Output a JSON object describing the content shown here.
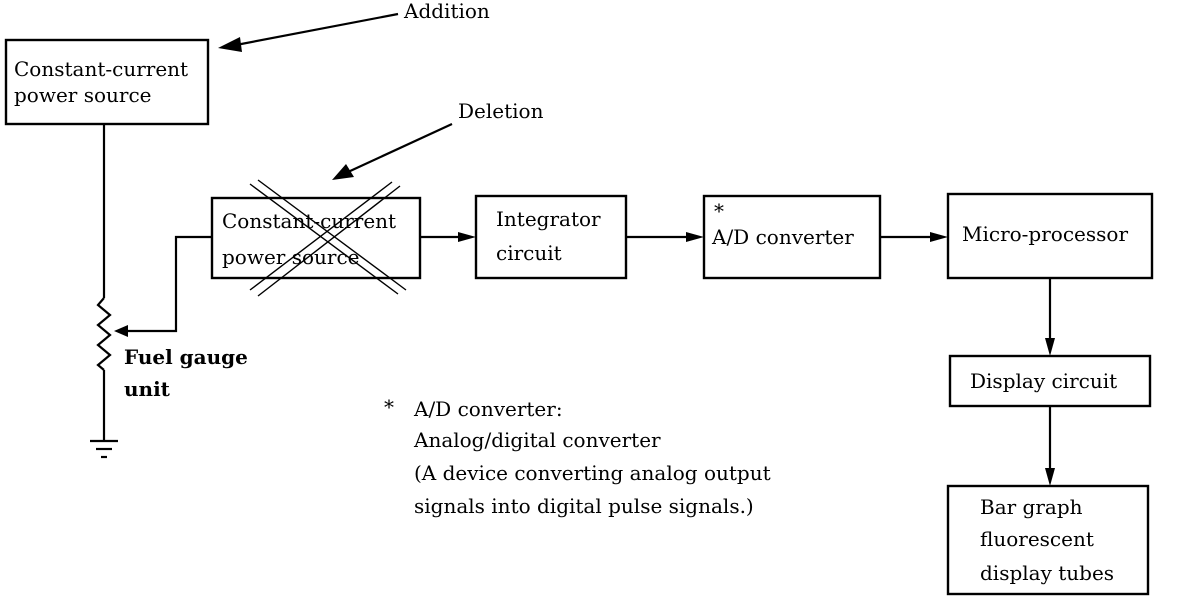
{
  "annotations": {
    "addition": "Addition",
    "deletion": "Deletion"
  },
  "blocks": {
    "cc_source_added": {
      "line1": "Constant-current",
      "line2": "power source"
    },
    "cc_source_deleted": {
      "line1": "Constant-current",
      "line2": "power source"
    },
    "integrator": {
      "line1": "Integrator",
      "line2": "circuit"
    },
    "ad_converter": {
      "marker": "*",
      "label": "A/D converter"
    },
    "microprocessor": {
      "label": "Micro-processor"
    },
    "display_circuit": {
      "label": "Display circuit"
    },
    "bar_graph": {
      "line1": "Bar graph",
      "line2": "fluorescent",
      "line3": "display tubes"
    }
  },
  "fuel_gauge": {
    "line1": "Fuel gauge",
    "line2": "unit"
  },
  "footnote": {
    "marker": "*",
    "line1": "A/D converter:",
    "line2": "Analog/digital converter",
    "line3": "(A device converting analog output",
    "line4": "signals into digital pulse signals.)"
  }
}
